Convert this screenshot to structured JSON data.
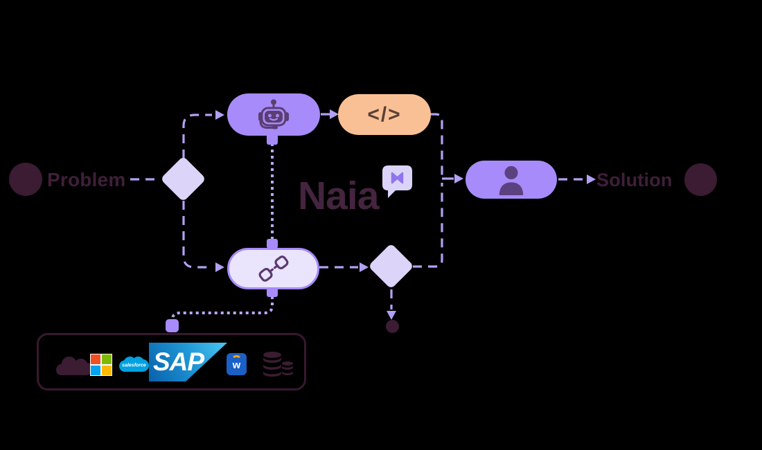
{
  "brand": {
    "name": "Naia",
    "badge_icon": "chat-bubble-bowtie-icon"
  },
  "flow": {
    "start": {
      "label": "Problem"
    },
    "end": {
      "label": "Solution"
    },
    "nodes": [
      {
        "id": "decision-1",
        "type": "decision"
      },
      {
        "id": "ai-agent",
        "type": "task",
        "icon": "robot-icon"
      },
      {
        "id": "code",
        "type": "task",
        "icon": "code-icon",
        "glyph": "</>"
      },
      {
        "id": "integration-connector",
        "type": "task",
        "icon": "chain-link-icon"
      },
      {
        "id": "decision-2",
        "type": "decision"
      },
      {
        "id": "human",
        "type": "task",
        "icon": "person-icon"
      }
    ]
  },
  "integrations": {
    "logos": [
      {
        "name": "cloud",
        "icon": "cloud-icon"
      },
      {
        "name": "microsoft",
        "icon": "microsoft-logo"
      },
      {
        "name": "salesforce",
        "icon": "salesforce-logo",
        "label": "salesforce"
      },
      {
        "name": "sap",
        "icon": "sap-logo",
        "label": "SAP"
      },
      {
        "name": "workday",
        "icon": "workday-logo",
        "label": "w"
      },
      {
        "name": "database",
        "icon": "database-icon"
      }
    ]
  },
  "colors": {
    "background": "#000000",
    "accent_purple": "#a78bfa",
    "lavender": "#ddd4fa",
    "pale_lavender": "#eae4fc",
    "peach": "#f9c095",
    "dark_plum": "#3b1c33",
    "line_purple": "#b3a0f4",
    "icon_plum": "#5b3e72",
    "brand_text": "#44243f",
    "code_icon_brown": "#5a4036",
    "ms_red": "#f25022",
    "ms_green": "#7fba00",
    "ms_blue": "#00a4ef",
    "ms_yellow": "#ffb900",
    "salesforce_blue": "#00a1e0",
    "sap_blue_light": "#4cc6f2",
    "sap_blue_dark": "#0961ab",
    "workday_blue": "#1a60c5",
    "workday_orange": "#f6a21d"
  }
}
